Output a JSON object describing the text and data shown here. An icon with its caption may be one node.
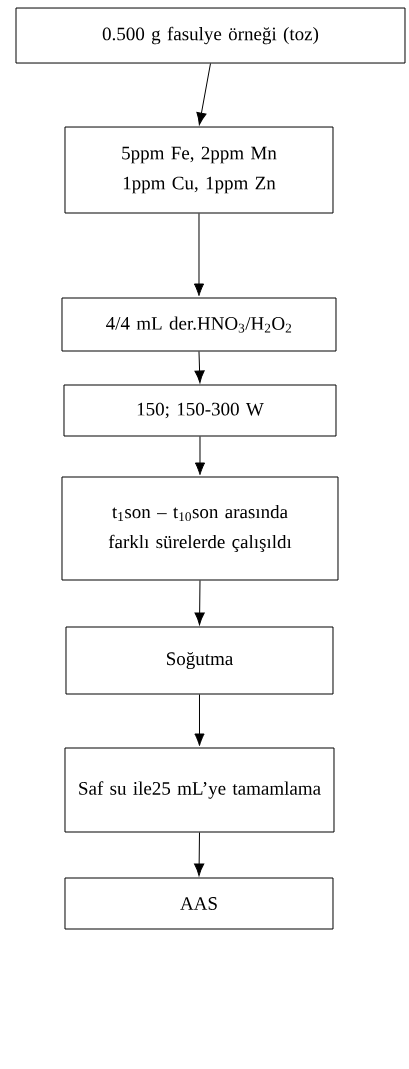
{
  "diagram": {
    "nodes": [
      {
        "text": [
          "0.500 g fasulye örneği (toz)"
        ]
      },
      {
        "text": [
          "5ppm Fe, 2ppm Mn 1ppm Cu, 1ppm Zn"
        ]
      },
      {
        "text": [
          "4/4 mL der.HNO$_{3}$/H$_{2}$O$_{2}$"
        ]
      },
      {
        "text": [
          "150; 150-300 W"
        ]
      },
      {
        "text": [
          "t$_{1}$son – t$_{10}$son arasında farklı sürelerde çalışıldı"
        ]
      },
      {
        "text": [
          "Soğutma"
        ]
      },
      {
        "text": [
          "Saf su ile25 mL’ye tamamlama"
        ]
      },
      {
        "text": [
          "AAS"
        ]
      }
    ],
    "edges": [
      {
        "from": 0,
        "to": 1,
        "arrow": "to"
      },
      {
        "from": 1,
        "to": 2,
        "arrow": "to"
      },
      {
        "from": 2,
        "to": 3,
        "arrow": "to"
      },
      {
        "from": 3,
        "to": 4,
        "arrow": "to"
      },
      {
        "from": 4,
        "to": 5,
        "arrow": "to"
      },
      {
        "from": 5,
        "to": 6,
        "arrow": "to"
      },
      {
        "from": 6,
        "to": 7,
        "arrow": "to"
      }
    ]
  }
}
